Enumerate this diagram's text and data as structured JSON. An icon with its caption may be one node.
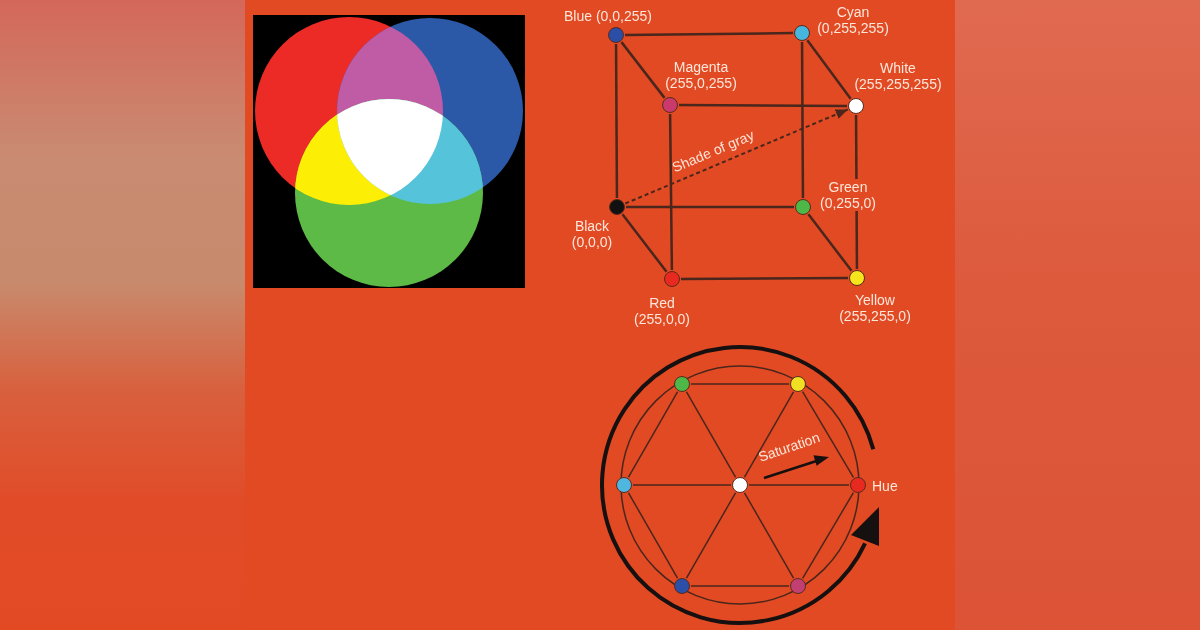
{
  "diagram": {
    "nodes": [
      {
        "text": [],
        "shape": "circle",
        "beside": [
          "Blue (0,0,255)"
        ]
      },
      {
        "text": [],
        "shape": "circle",
        "beside": [
          "Cyan (0,255,255)"
        ]
      },
      {
        "text": [],
        "shape": "circle",
        "beside": [
          "Magenta (255,0,255)"
        ]
      },
      {
        "text": [],
        "shape": "circle",
        "beside": [
          "White (255,255,255)"
        ]
      },
      {
        "text": [],
        "shape": "circle",
        "beside": [
          "Black (0,0,0)"
        ]
      },
      {
        "text": [],
        "shape": "circle",
        "beside": [
          "Green (0,255,0)"
        ]
      },
      {
        "text": [],
        "shape": "circle",
        "beside": [
          "Red (255,0,0)"
        ]
      },
      {
        "text": [],
        "shape": "circle",
        "beside": [
          "Yellow (255,255,0)"
        ]
      },
      {
        "text": [],
        "shape": "circle"
      },
      {
        "text": [],
        "shape": "circle"
      },
      {
        "text": [],
        "shape": "circle"
      },
      {
        "text": [],
        "shape": "circle"
      },
      {
        "text": [],
        "shape": "circle"
      },
      {
        "text": [],
        "shape": "circle"
      },
      {
        "text": [],
        "shape": "circle"
      }
    ],
    "edges": [
      {
        "from": 0,
        "to": 1,
        "arrow": "none"
      },
      {
        "from": 0,
        "to": 2,
        "arrow": "none"
      },
      {
        "from": 0,
        "to": 4,
        "arrow": "none"
      },
      {
        "from": 1,
        "to": 3,
        "arrow": "none"
      },
      {
        "from": 1,
        "to": 5,
        "arrow": "none"
      },
      {
        "from": 2,
        "to": 3,
        "arrow": "none"
      },
      {
        "from": 2,
        "to": 6,
        "arrow": "none"
      },
      {
        "from": 3,
        "to": 7,
        "arrow": "none"
      },
      {
        "from": 4,
        "to": 5,
        "arrow": "none"
      },
      {
        "from": 4,
        "to": 6,
        "arrow": "none"
      },
      {
        "from": 5,
        "to": 7,
        "arrow": "none"
      },
      {
        "from": 6,
        "to": 7,
        "arrow": "none"
      },
      {
        "from": 4,
        "to": 3,
        "arrow": "to",
        "label": "Shade of gray",
        "style": "dashed"
      },
      {
        "from": 8,
        "to": 9,
        "arrow": "none"
      },
      {
        "from": 9,
        "to": 12,
        "arrow": "none"
      },
      {
        "from": 12,
        "to": 14,
        "arrow": "none"
      },
      {
        "from": 14,
        "to": 13,
        "arrow": "none"
      },
      {
        "from": 13,
        "to": 10,
        "arrow": "none"
      },
      {
        "from": 10,
        "to": 8,
        "arrow": "none"
      },
      {
        "from": 11,
        "to": 8,
        "arrow": "none"
      },
      {
        "from": 11,
        "to": 9,
        "arrow": "none"
      },
      {
        "from": 11,
        "to": 10,
        "arrow": "none"
      },
      {
        "from": 11,
        "to": 12,
        "arrow": "none"
      },
      {
        "from": 11,
        "to": 13,
        "arrow": "none"
      },
      {
        "from": 11,
        "to": 14,
        "arrow": "none"
      }
    ],
    "labels": [
      "Saturation",
      "Hue"
    ]
  }
}
